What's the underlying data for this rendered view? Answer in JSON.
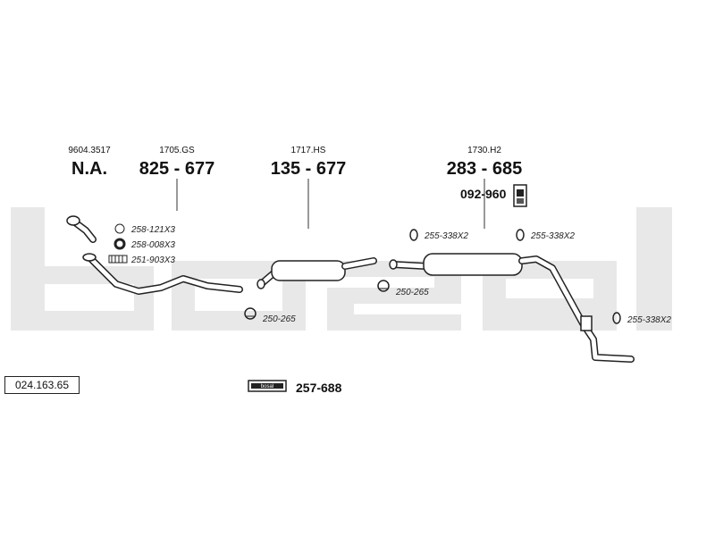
{
  "diagram": {
    "code": "024.163.65",
    "watermark_colour": "#e8e8e8",
    "ink_colour": "#222222",
    "parts": [
      {
        "ref": "9604.3517",
        "number": "N.A."
      },
      {
        "ref": "1705.GS",
        "number": "825 - 677"
      },
      {
        "ref": "1717.HS",
        "number": "135 - 677"
      },
      {
        "ref": "1730.H2",
        "number": "283 - 685"
      }
    ],
    "mount_part": "092-960",
    "front_accessories": [
      "258-121X3",
      "258-008X3",
      "251-903X3"
    ],
    "clamps": {
      "front_clamp": "250-265",
      "mid_clamp": "250-265",
      "rear_hanger_1": "255-338X2",
      "rear_hanger_2": "255-338X2",
      "rear_hanger_3": "255-338X2"
    },
    "kit_logo_text": "bosal",
    "kit_number": "257-688"
  }
}
